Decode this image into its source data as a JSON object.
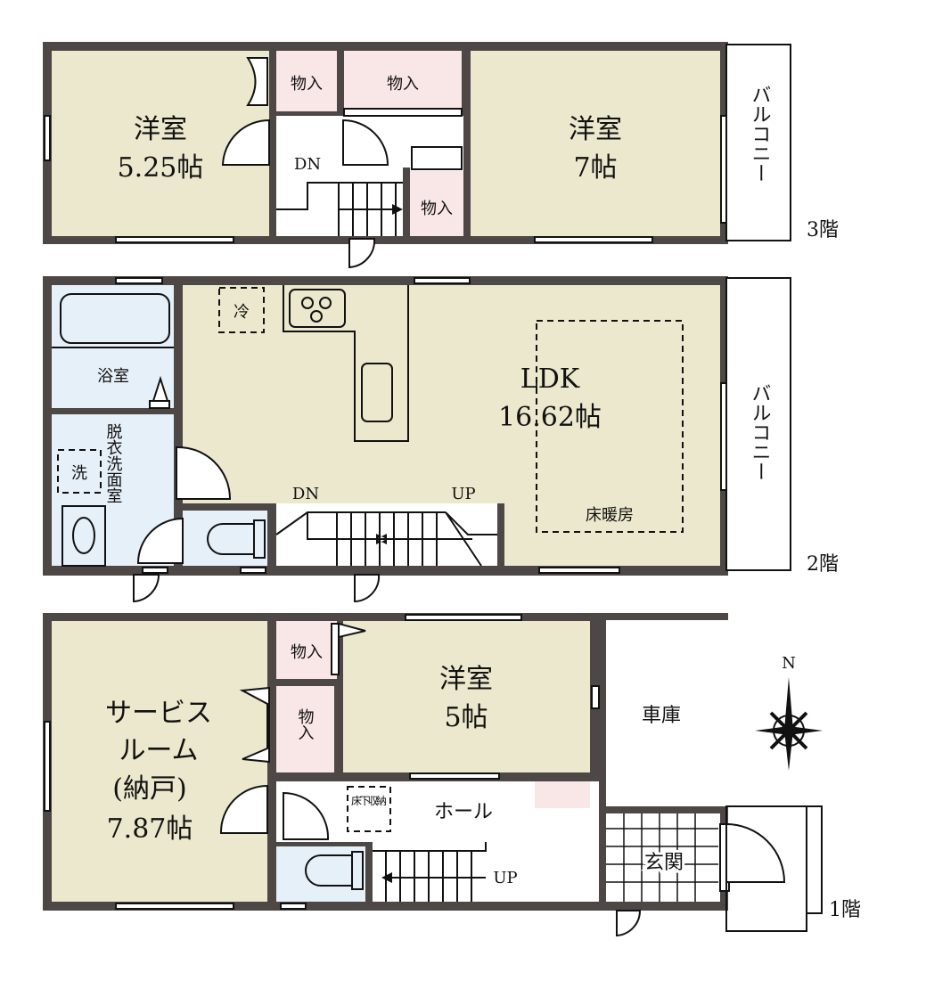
{
  "floors": {
    "f3": {
      "label": "3階",
      "rooms": {
        "western_a": "洋室",
        "western_a_size": "5.25帖",
        "western_b": "洋室",
        "western_b_size": "7帖",
        "storage1": "物入",
        "storage2": "物入",
        "storage3": "物入",
        "balcony": "バルコニー",
        "stairs": "DN"
      }
    },
    "f2": {
      "label": "2階",
      "rooms": {
        "ldk": "LDK",
        "ldk_size": "16.62帖",
        "floor_heating": "床暖房",
        "bath": "浴室",
        "dressing": "脱衣洗面室",
        "fridge": "冷",
        "washer": "洗",
        "balcony": "バルコニー",
        "stairs_dn": "DN",
        "stairs_up": "UP"
      }
    },
    "f1": {
      "label": "1階",
      "rooms": {
        "service_l1": "サービス",
        "service_l2": "ルーム",
        "service_l3": "(納戸)",
        "service_size": "7.87帖",
        "western": "洋室",
        "western_size": "5帖",
        "storage1": "物入",
        "storage2": "物入",
        "hall": "ホール",
        "underfloor": "床下収納",
        "garage": "車庫",
        "entrance": "玄関",
        "stairs_up": "UP",
        "north": "N"
      }
    }
  },
  "colors": {
    "wall": "#4d4746",
    "room": "#ece8cd",
    "wet": "#e6f0f9",
    "storage": "#f9e6e7"
  }
}
